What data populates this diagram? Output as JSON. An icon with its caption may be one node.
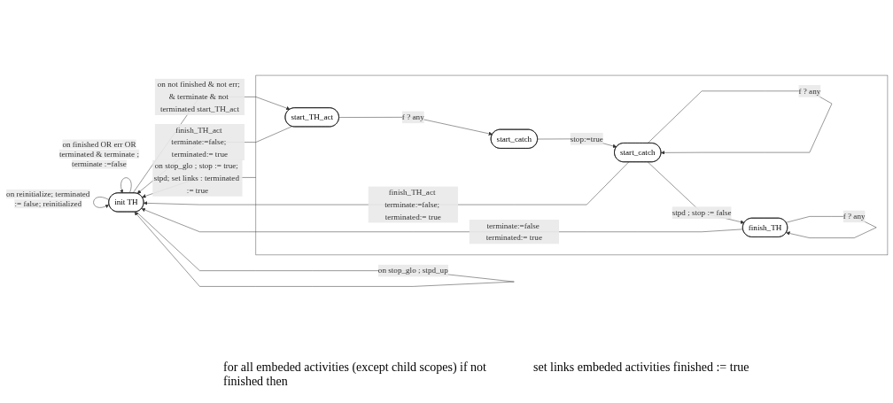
{
  "diagram": {
    "nodes": [
      {
        "text": [
          "init TH"
        ]
      },
      {
        "text": [],
        "shape": "box"
      },
      {
        "text": [
          "start_TH_act"
        ],
        "in": 1
      },
      {
        "text": [
          "start_catch"
        ],
        "in": 1
      },
      {
        "text": [
          "start_catch"
        ],
        "in": 1
      },
      {
        "text": [
          "finish_TH"
        ],
        "in": 1
      }
    ],
    "edges": [
      {
        "from": 0,
        "to": 0,
        "arrow": "to",
        "label": "on stop_glo ; stpd_up"
      },
      {
        "from": 0,
        "to": 0,
        "arrow": "to",
        "label": "on finished OR err OR terminated & terminate ; terminate :=false"
      },
      {
        "from": 0,
        "to": 0,
        "arrow": "to",
        "label": "on reinitialize; terminated := false; reinitialized"
      },
      {
        "from": 0,
        "to": 2,
        "arrow": "to",
        "label": "on not finished & not err; & terminate & not terminated start_TH_act"
      },
      {
        "from": 2,
        "to": 0,
        "arrow": "to",
        "label": "finish_TH_act terminate:=false; terminated:= true"
      },
      {
        "from": 2,
        "to": 3,
        "arrow": "to",
        "label": "f ? any"
      },
      {
        "from": 3,
        "to": 4,
        "arrow": "to",
        "label": "stop:=true"
      },
      {
        "from": 4,
        "to": 0,
        "arrow": "to",
        "label": "finish_TH_act terminate:=false; terminated:= true"
      },
      {
        "from": 4,
        "to": 5,
        "arrow": "to",
        "label": "stpd ; stop := false"
      },
      {
        "from": 4,
        "to": 4,
        "arrow": "to",
        "label": "f ? any"
      },
      {
        "from": 5,
        "to": 0,
        "arrow": "to",
        "label": "terminate:=false terminated:= true"
      },
      {
        "from": 5,
        "to": 5,
        "arrow": "to",
        "label": "f ? any"
      },
      {
        "from": 1,
        "to": 0,
        "arrow": "to",
        "label": "on stop_glo ; stop := true; stpd; set links : terminated := true"
      }
    ],
    "labels": [
      "for all embeded activities (except child scopes) if not finished then",
      "set links embeded activities finished := true"
    ]
  }
}
